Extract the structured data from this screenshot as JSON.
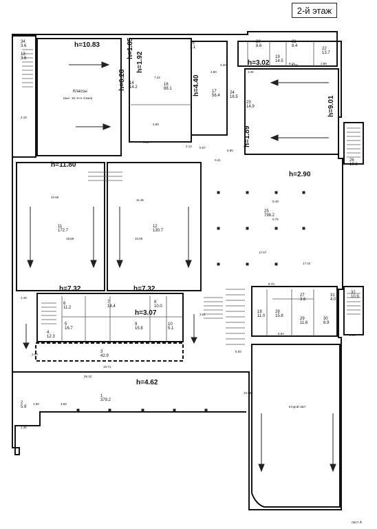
{
  "floor_label": "2-й этаж",
  "heights": {
    "h1": "h=10.83",
    "h2": "h=1.85",
    "h3": "h=1.92",
    "h4": "h=6.28",
    "h5": "h=4.40",
    "h6": "h=3.02",
    "h7": "h=9.01",
    "h8": "h=1.89",
    "h9": "h=11.80",
    "h10": "h=2.90",
    "h11": "h=7.32",
    "h12": "h=7.32",
    "h13": "h=3.07",
    "h14": "h=4.62"
  },
  "rooms": {
    "r13": "13\n3.6",
    "r14": "14\n14.2",
    "r15": "15\n3.1",
    "r16": "16\n88.1",
    "r17": "17\n56.4",
    "r24": "24\n18.5",
    "r20": "20\n8.6",
    "r21": "21\n8.4",
    "r22": "22\n13.7",
    "r19": "19\n14.5",
    "r23": "23\n14.9",
    "r26": "26\n19.3",
    "r25": "25\n798.2",
    "r11": "11\n172.7",
    "r12": "12\n130.7",
    "r6": "6\n11.2",
    "r7": "7\n14.4",
    "r8": "8\n10.0",
    "r5": "5\n16.7",
    "r9": "9\n15.8",
    "r10": "10\n5.1",
    "r4": "4\n12.3",
    "r3": "3\n42.9",
    "r1": "1\n379.2",
    "r2": "2\n5.9",
    "r28": "28\n15.8",
    "r27": "27\n3.6",
    "r31": "31\n4.0",
    "r29": "29\n11.6",
    "r30": "30\n8.9",
    "r32": "32\n10.9",
    "r18": "18\n11.0",
    "r34": "34\n3.6"
  },
  "annotations": {
    "klass": "Классы",
    "klass_sub": "(выс. 18, 9-го этажа)",
    "void": "второй свет",
    "n1": "2.19",
    "n2": "6.18",
    "n3": "3.30",
    "n4": "4.50",
    "n5": "7.42",
    "n6": "3.60",
    "n7": "2.14",
    "n8": "0.57",
    "n9": "6.95",
    "n10": "0.41",
    "n11": "2.80",
    "n12": "3.36",
    "n13": "8.15",
    "n14": "2.88",
    "n15": "10.66",
    "n16": "18.69",
    "n17": "11.46",
    "n18": "10.55",
    "n19": "0.49",
    "n20": "0.75",
    "n21": "17.57",
    "n22": "17.42",
    "n23": "8.70",
    "n24": "2.00",
    "n25": "5.83",
    "n26": "18.71",
    "n27": "26.22",
    "n28": "3.50",
    "n29": "1.50",
    "n30": "10.56",
    "n31": "5.84",
    "n32": "3.61",
    "n33": "2.19",
    "n34": "1.36",
    "n35": "2.48"
  },
  "footer": "лист А"
}
